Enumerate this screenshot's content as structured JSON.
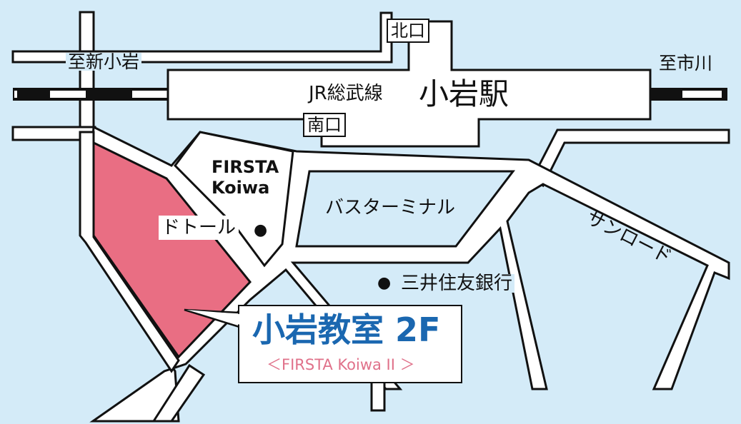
{
  "colors": {
    "background": "#d4ebf8",
    "road": "#ffffff",
    "outline": "#111111",
    "highlight_block": "#e96e83",
    "title_blue": "#1a67b0",
    "subtitle_pink": "#e0718a"
  },
  "station": {
    "line_name": "JR総武線",
    "name": "小岩駅",
    "north_exit": "北口",
    "south_exit": "南口"
  },
  "directions": {
    "west": "至新小岩",
    "east": "至市川"
  },
  "landmarks": {
    "firsta_line1": "FIRSTA",
    "firsta_line2": "Koiwa",
    "doutor": "ドトール",
    "bus_terminal": "バスターミナル",
    "bank": "三井住友銀行",
    "sun_road": "サンロード"
  },
  "destination": {
    "title": "小岩教室 2F",
    "subtitle": "＜FIRSTA Koiwa II ＞"
  }
}
